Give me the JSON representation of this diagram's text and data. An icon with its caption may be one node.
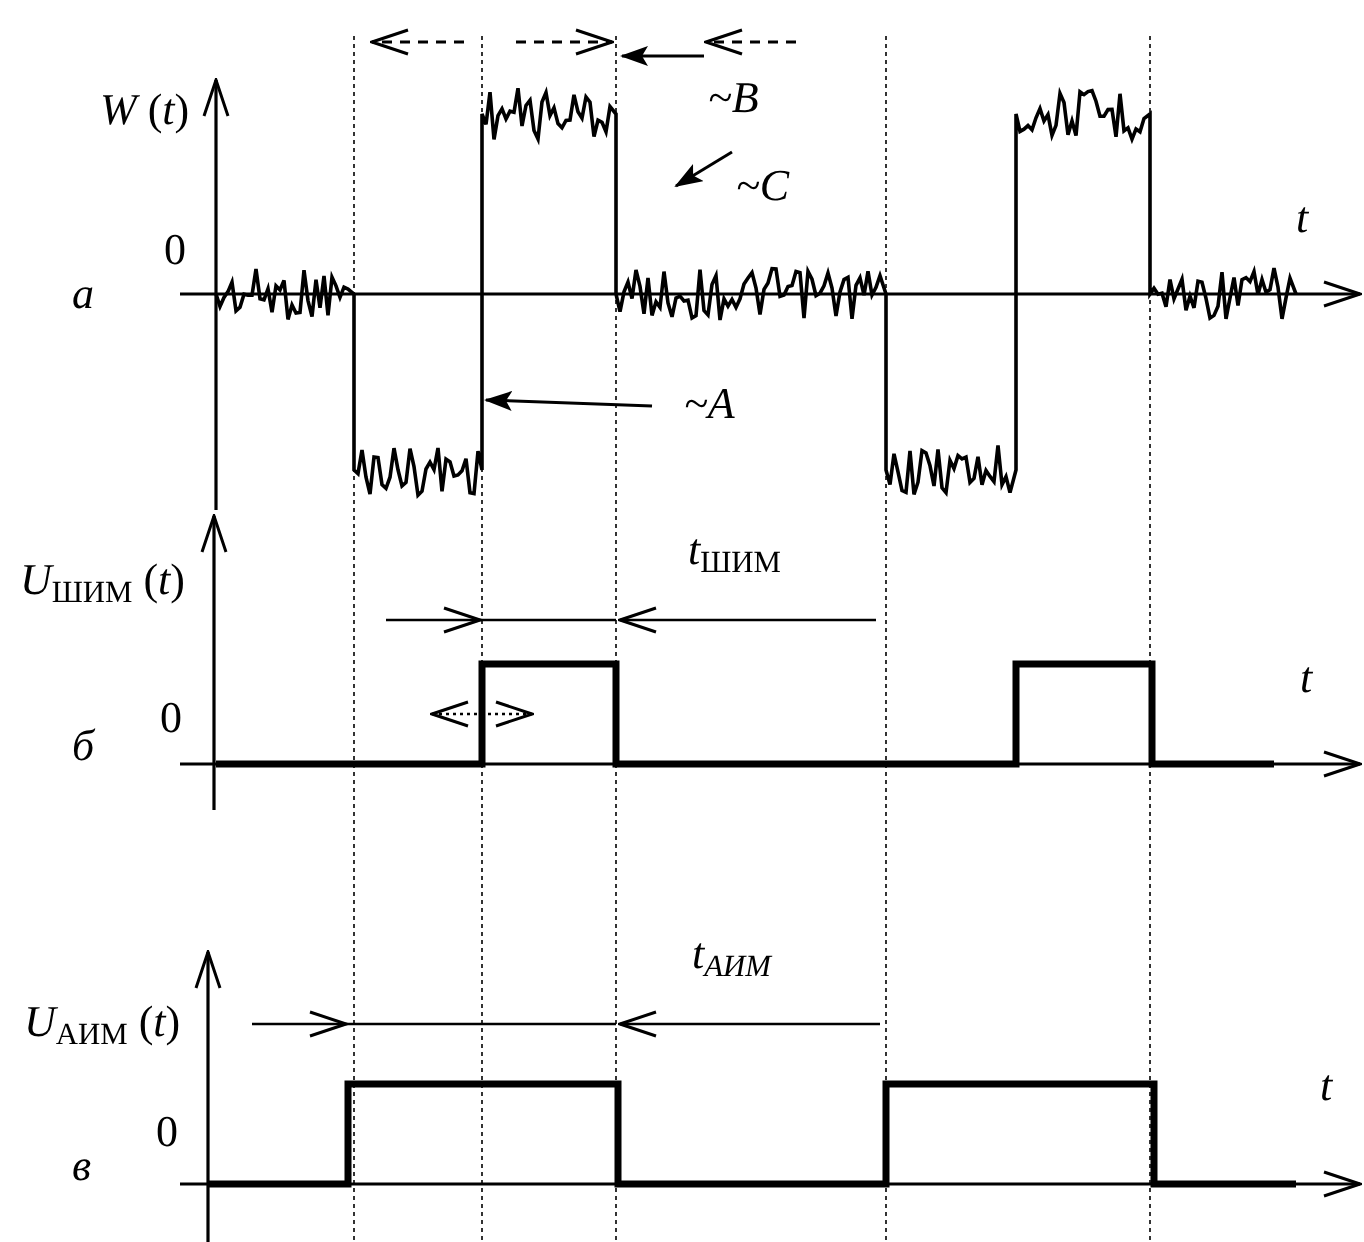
{
  "diagram": {
    "nodes": [
      {
        "text": [
          "~B"
        ]
      },
      {
        "text": [
          "~C"
        ]
      },
      {
        "text": [
          "~A"
        ]
      }
    ],
    "edges": [
      {
        "from": 0,
        "to": null,
        "arrow": "to"
      },
      {
        "from": 1,
        "to": null,
        "arrow": "to"
      },
      {
        "from": 2,
        "to": null,
        "arrow": "to"
      }
    ],
    "labels": [
      "*W* (*t*)",
      "0",
      "а",
      "t",
      "*U*$_{ШИМ}$ (*t*)",
      "*t*$_{ШИМ}$",
      "t",
      "0",
      "б",
      "t$_{АИМ}$",
      "*U*$_{АИМ}$ (*t*)",
      "t",
      "0",
      "в"
    ]
  }
}
